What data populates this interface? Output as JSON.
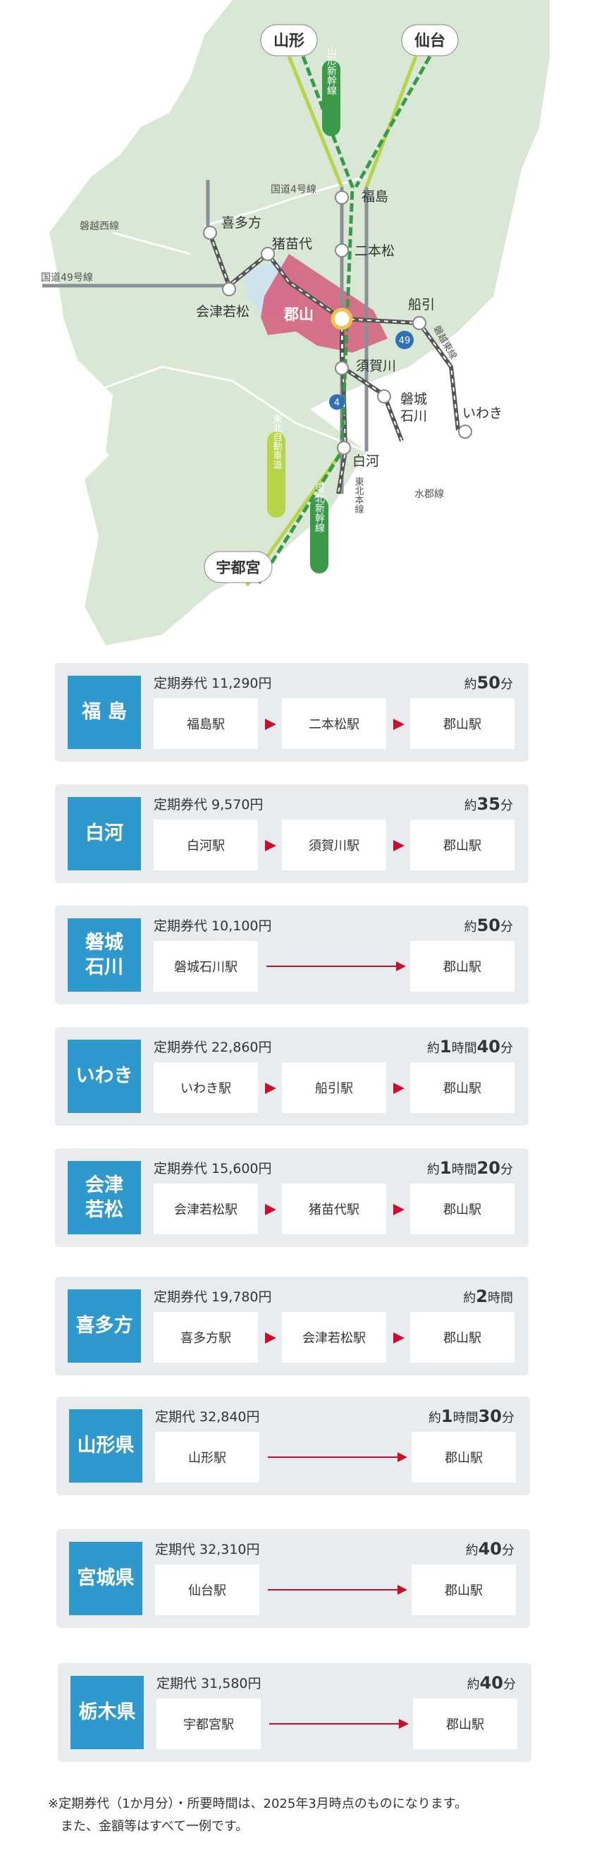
{
  "map": {
    "bubbles": {
      "yamagata": "山形",
      "sendai": "仙台",
      "utsunomiya": "宇都宮"
    },
    "line_labels": {
      "yamagata_shinkansen": "山形新幹線",
      "tohoku_expressway": "東北自動車道",
      "tohoku_shinkansen": "東北新幹線",
      "tohoku_main_line": "東北本線",
      "banetsu_west": "磐越西線",
      "banetsu_east": "磐越東線",
      "route4": "国道4号線",
      "route49": "国道49号線",
      "suigun": "水郡線"
    },
    "stations": {
      "fukushima": "福島",
      "nihonmatsu": "二本松",
      "kitakata": "喜多方",
      "inawashiro": "猪苗代",
      "aizuwakamatsu": "会津若松",
      "koriyama": "郡山",
      "funehiki": "船引",
      "sukagawa": "須賀川",
      "iwaki_ishikawa": "磐城\n石川",
      "iwaki": "いわき",
      "shirakawa": "白河"
    },
    "shields": {
      "r4": "4",
      "r49": "49"
    }
  },
  "routes": [
    {
      "area": "福 島",
      "fare": "定期券代 11,290円",
      "time_pre": "約",
      "time_num": "50",
      "time_unit": "分",
      "stations": [
        "福島駅",
        "二本松駅",
        "郡山駅"
      ]
    },
    {
      "area": "白河",
      "fare": "定期券代 9,570円",
      "time_pre": "約",
      "time_num": "35",
      "time_unit": "分",
      "stations": [
        "白河駅",
        "須賀川駅",
        "郡山駅"
      ]
    },
    {
      "area": "磐城\n石川",
      "fare": "定期券代 10,100円",
      "time_pre": "約",
      "time_num": "50",
      "time_unit": "分",
      "stations": [
        "磐城石川駅",
        "郡山駅"
      ]
    },
    {
      "area": "いわき",
      "fare": "定期券代 22,860円",
      "time_pre": "約",
      "time_num": "1",
      "time_mid": "時間",
      "time_num2": "40",
      "time_unit": "分",
      "stations": [
        "いわき駅",
        "船引駅",
        "郡山駅"
      ]
    },
    {
      "area": "会津\n若松",
      "fare": "定期券代 15,600円",
      "time_pre": "約",
      "time_num": "1",
      "time_mid": "時間",
      "time_num2": "20",
      "time_unit": "分",
      "stations": [
        "会津若松駅",
        "猪苗代駅",
        "郡山駅"
      ]
    },
    {
      "area": "喜多方",
      "fare": "定期券代 19,780円",
      "time_pre": "約",
      "time_num": "2",
      "time_unit": "時間",
      "stations": [
        "喜多方駅",
        "会津若松駅",
        "郡山駅"
      ]
    },
    {
      "area": "山形県",
      "fare": "定期代 32,840円",
      "time_pre": "約",
      "time_num": "1",
      "time_mid": "時間",
      "time_num2": "30",
      "time_unit": "分",
      "stations": [
        "山形駅",
        "郡山駅"
      ]
    },
    {
      "area": "宮城県",
      "fare": "定期代  32,310円",
      "time_pre": "約",
      "time_num": "40",
      "time_unit": "分",
      "stations": [
        "仙台駅",
        "郡山駅"
      ]
    },
    {
      "area": "栃木県",
      "fare": "定期代 31,580円",
      "time_pre": "約",
      "time_num": "40",
      "time_unit": "分",
      "stations": [
        "宇都宮駅",
        "郡山駅"
      ]
    }
  ],
  "note": {
    "line1": "※定期券代（1か月分）・所要時間は、2025年3月時点のものになります。",
    "line2": "　また、金額等はすべて一例です。"
  },
  "colors": {
    "area_blue": "#2f98cc",
    "card_bg": "#e8ecef",
    "arrow_red": "#c8102e",
    "land_green": "#d8e8d4",
    "koriyama_pink": "#d45b7a",
    "shinkansen_green": "#3a9a4a",
    "expressway_lime": "#b8d44a"
  }
}
